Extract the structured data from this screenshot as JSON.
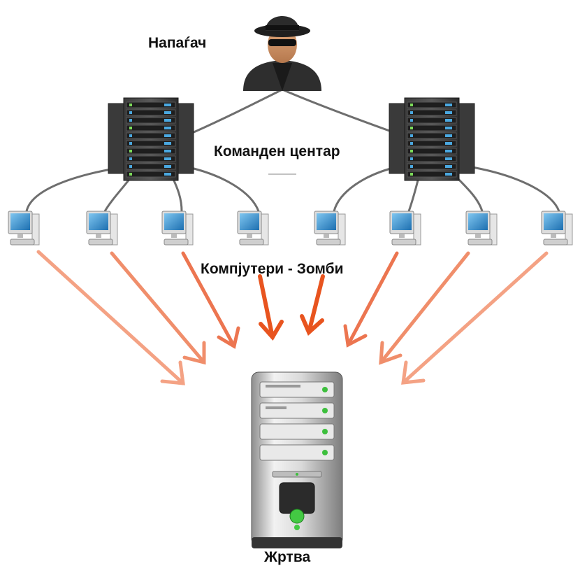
{
  "labels": {
    "attacker": "Напаѓач",
    "command_center": "Команден центар",
    "zombies": "Компјутери - Зомби",
    "victim": "Жртва"
  },
  "nodes": {
    "attacker": {
      "icon": "hacker-icon"
    },
    "command_servers": [
      {
        "icon": "server-rack-icon"
      },
      {
        "icon": "server-rack-icon"
      }
    ],
    "zombie_computers": [
      {
        "icon": "desktop-computer-icon"
      },
      {
        "icon": "desktop-computer-icon"
      },
      {
        "icon": "desktop-computer-icon"
      },
      {
        "icon": "desktop-computer-icon"
      },
      {
        "icon": "desktop-computer-icon"
      },
      {
        "icon": "desktop-computer-icon"
      },
      {
        "icon": "desktop-computer-icon"
      },
      {
        "icon": "desktop-computer-icon"
      }
    ],
    "victim": {
      "icon": "tower-server-icon"
    }
  },
  "colors": {
    "arrow": "#ef7f5a",
    "arrow_dark": "#e8511f",
    "cable": "#6e6e6e",
    "screen": "#2a8cc9"
  }
}
